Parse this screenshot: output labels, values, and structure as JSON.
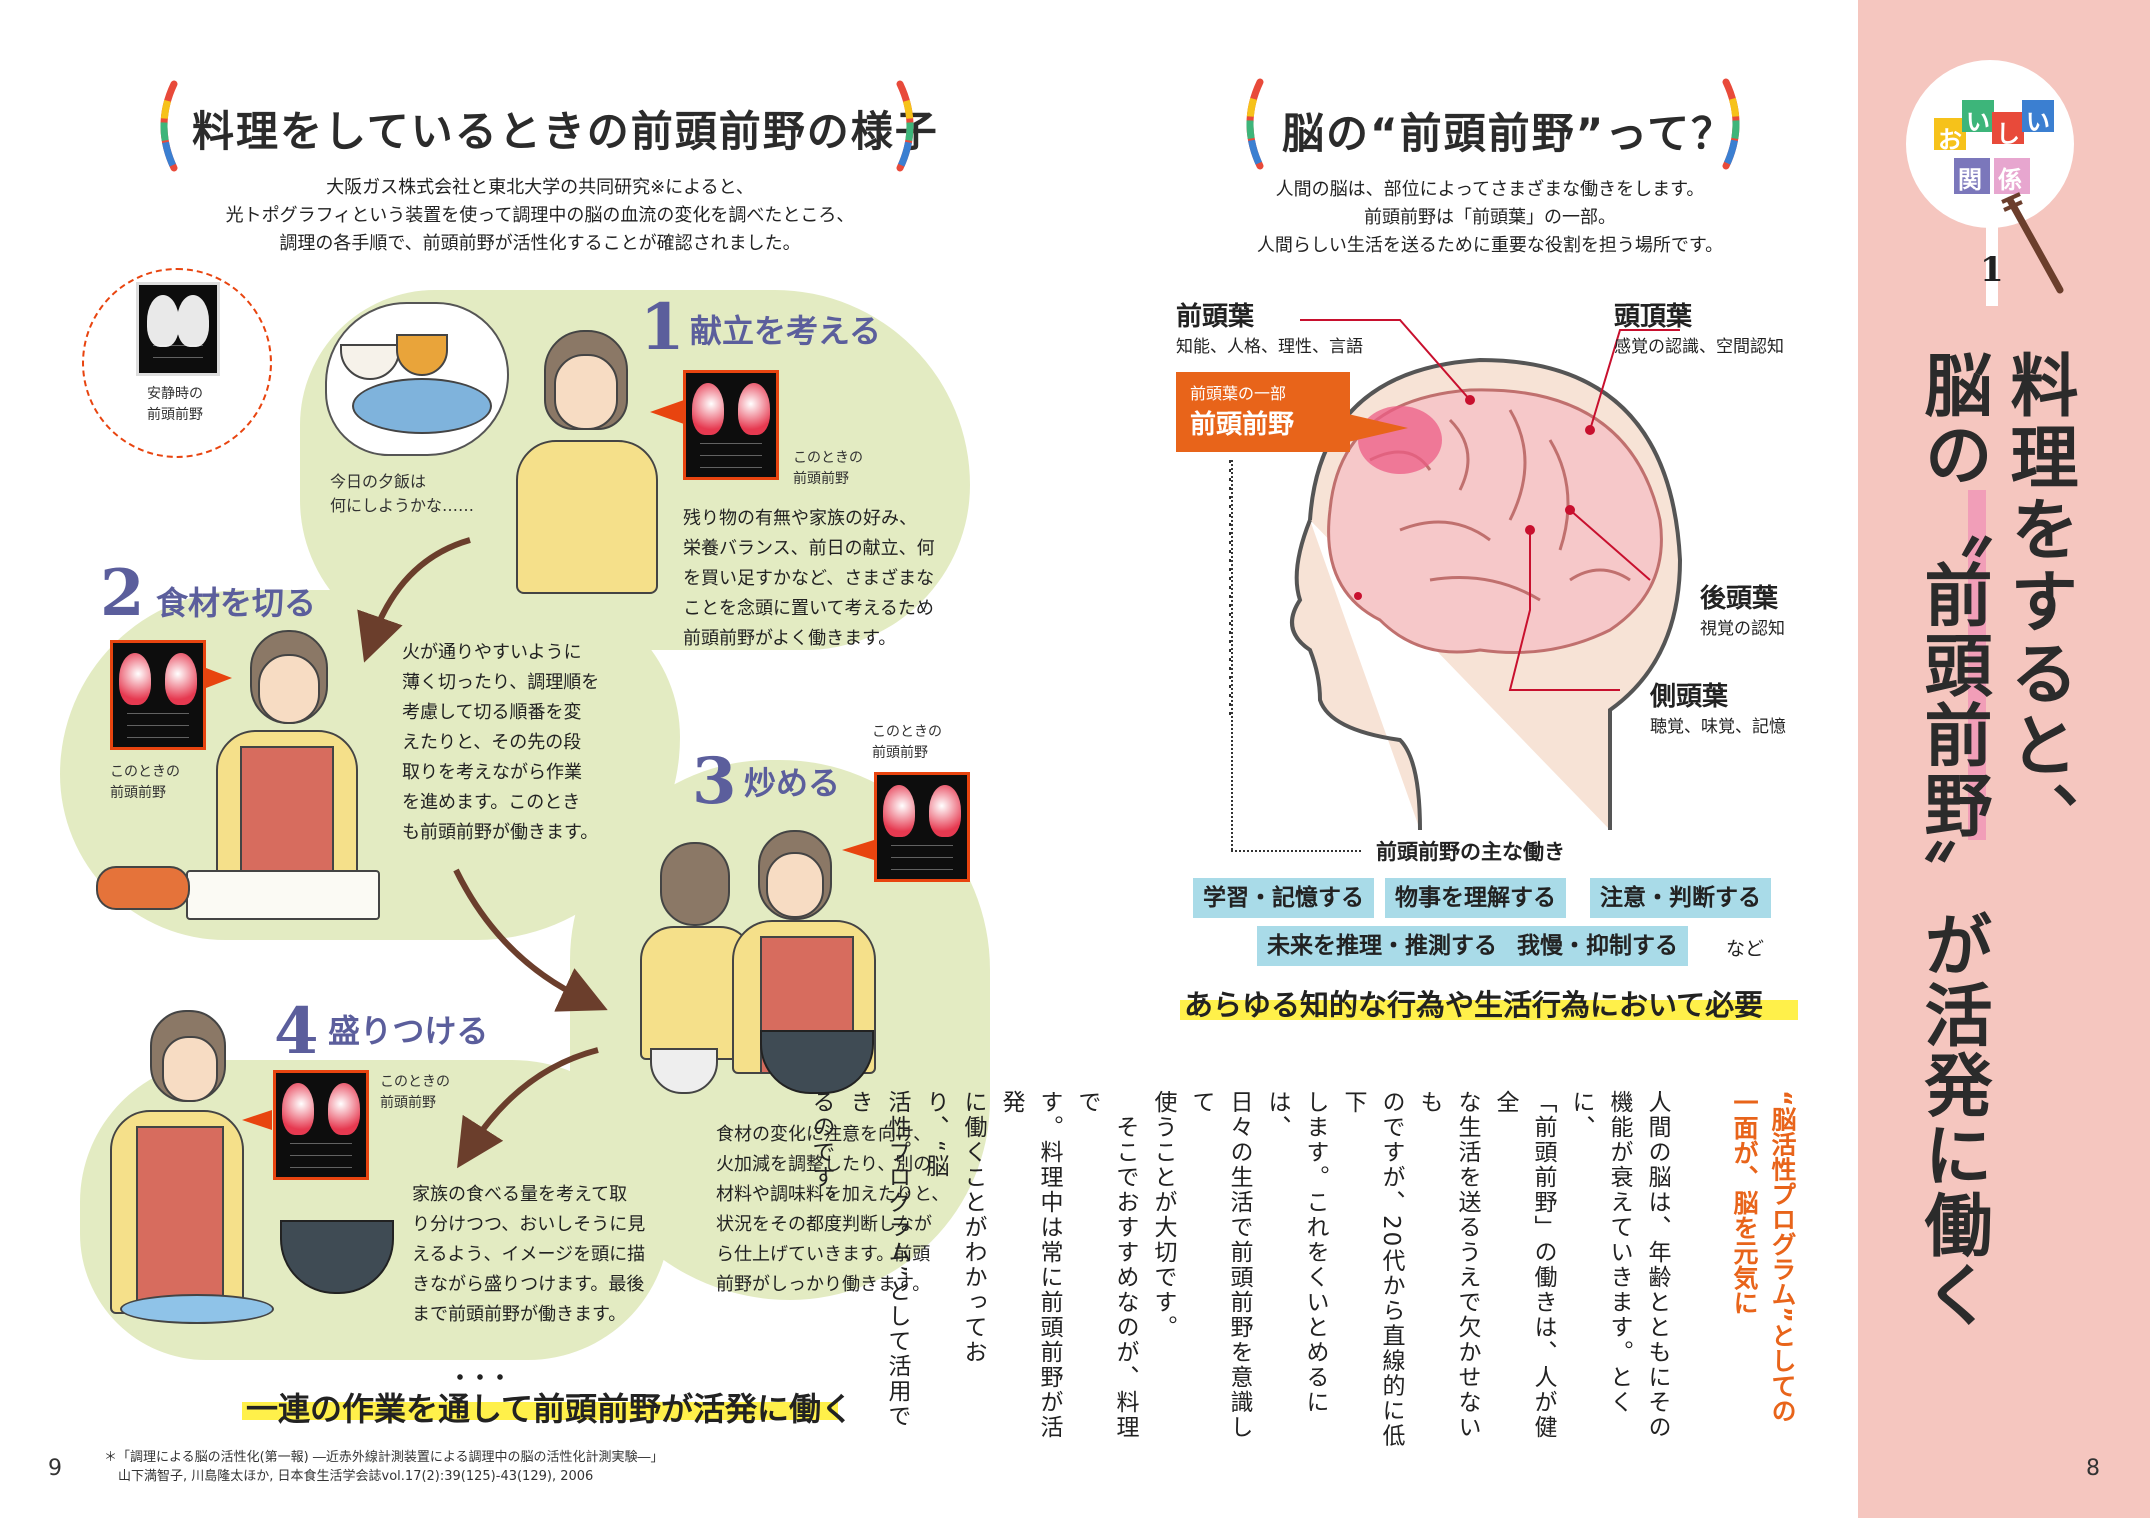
{
  "left": {
    "heading": "料理をしているときの前頭前野の様子",
    "intro": [
      "大阪ガス株式会社と東北大学の共同研究※によると、",
      "光トポグラフィという装置を使って調理中の脳の血流の変化を調べたところ、",
      "調理の各手順で、前頭前野が活性化することが確認されました。"
    ],
    "resting_caption": [
      "安静時の",
      "前頭前野"
    ],
    "step1": {
      "number": "1",
      "title": "献立を考える",
      "thought": [
        "今日の夕飯は",
        "何にしようかな……"
      ],
      "caption": [
        "このときの",
        "前頭前野"
      ],
      "text": [
        "残り物の有無や家族の好み、",
        "栄養バランス、前日の献立、何",
        "を買い足すかなど、さまざまな",
        "ことを念頭に置いて考えるため",
        "前頭前野がよく働きます。"
      ]
    },
    "step2": {
      "number": "2",
      "title": "食材を切る",
      "caption": [
        "このときの",
        "前頭前野"
      ],
      "text": [
        "火が通りやすいように",
        "薄く切ったり、調理順を",
        "考慮して切る順番を変",
        "えたりと、その先の段",
        "取りを考えながら作業",
        "を進めます。このとき",
        "も前頭前野が働きます。"
      ]
    },
    "step3": {
      "number": "3",
      "title": "炒める",
      "caption": [
        "このときの",
        "前頭前野"
      ],
      "text": [
        "食材の変化に注意を向け、",
        "火加減を調整したり、別の",
        "材料や調味料を加えたりと、",
        "状況をその都度判断しなが",
        "ら仕上げていきます。前頭",
        "前野がしっかり働きます。"
      ]
    },
    "step4": {
      "number": "4",
      "title": "盛りつける",
      "caption": [
        "このときの",
        "前頭前野"
      ],
      "text": [
        "家族の食べる量を考えて取",
        "り分けつつ、おいしそうに見",
        "えるよう、イメージを頭に描",
        "きながら盛りつけます。最後",
        "まで前頭前野が働きます。"
      ]
    },
    "conclusion": "一連の作業を通して前頭前野が活発に働く",
    "footnote": [
      "＊「調理による脳の活性化(第一報) ―近赤外線計測装置による調理中の脳の活性化計測実験―」",
      "山下満智子, 川島隆太ほか, 日本食生活学会誌vol.17(2):39(125)-43(129), 2006"
    ],
    "page_number": "9"
  },
  "right": {
    "heading": "脳の“前頭前野”って？",
    "intro": [
      "人間の脳は、部位によってさまざまな働きをします。",
      "前頭前野は「前頭葉」の一部。",
      "人間らしい生活を送るために重要な役割を担う場所です。"
    ],
    "brain": {
      "frontal": {
        "name": "前頭葉",
        "desc": "知能、人格、理性、言語"
      },
      "parietal": {
        "name": "頭頂葉",
        "desc": "感覚の認識、空間認知"
      },
      "occipital": {
        "name": "後頭葉",
        "desc": "視覚の認知"
      },
      "temporal": {
        "name": "側頭葉",
        "desc": "聴覚、味覚、記憶"
      },
      "prefrontal_small": "前頭葉の一部",
      "prefrontal": "前頭前野"
    },
    "functions_label": "前頭前野の主な働き",
    "functions": [
      "学習・記憶する",
      "物事を理解する",
      "注意・判断する",
      "未来を推理・推測する",
      "我慢・抑制する"
    ],
    "functions_etc": "など",
    "highlight": "あらゆる知的な行為や生活行為において必要",
    "subheading": [
      "“脳活性プログラム”としての",
      "一面が、脳を元気に"
    ],
    "body": [
      "人間の脳は、年齢とともにその",
      "機能が衰えていきます。とくに、",
      "「前頭前野」の働きは、人が健全",
      "な生活を送るうえで欠かせないも",
      "のですが、20代から直線的に低下",
      "します。これをくいとめるには、",
      "日々の生活で前頭前野を意識して",
      "使うことが大切です。",
      "　そこでおすすめなのが、料理で",
      "す。料理中は常に前頭前野が活発",
      "に働くことがわかっており、“脳",
      "活性プログラム”として活用でき",
      "るのです。"
    ],
    "page_number": "8"
  },
  "sidebar": {
    "badge": [
      "お",
      "い",
      "し",
      "い",
      "関",
      "係"
    ],
    "badge_number": "1",
    "title_col1": "料理をすると、",
    "title_col2": "脳の〝前頭前野〟が活発に働く",
    "colors": {
      "bg": "#f5c6bf",
      "accent": "#e8440f",
      "indigo": "#5b5e9c"
    }
  }
}
